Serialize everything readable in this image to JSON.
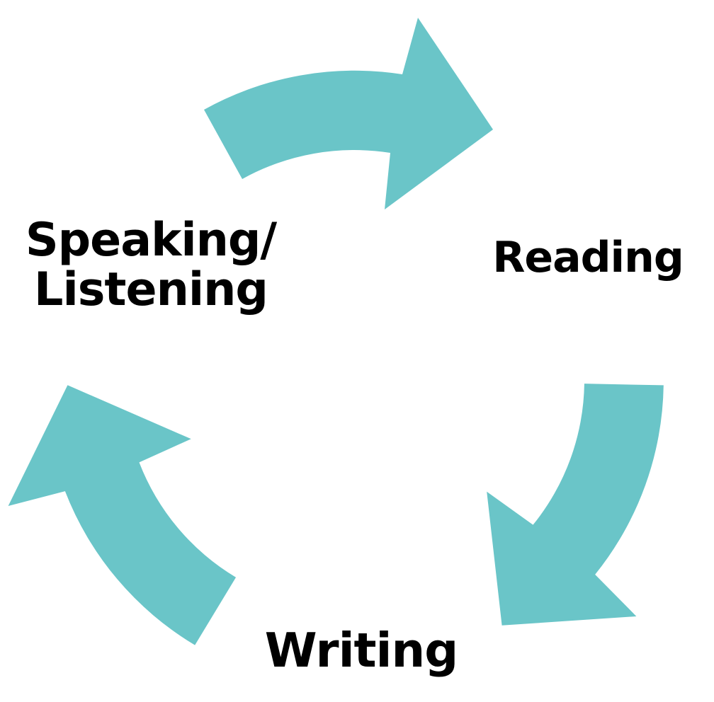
{
  "diagram": {
    "type": "cycle",
    "background_color": "#ffffff",
    "arrow_color": "#6AC5C8",
    "text_color": "#000000",
    "nodes": [
      {
        "id": "speaking-listening",
        "lines": [
          "Speaking/",
          "Listening"
        ],
        "label": "Speaking/Listening"
      },
      {
        "id": "reading",
        "label": "Reading"
      },
      {
        "id": "writing",
        "label": "Writing"
      }
    ],
    "arrows": [
      {
        "id": "arrow-speaking-to-reading",
        "from": "Speaking/Listening",
        "to": "Reading",
        "position": "top",
        "points": "right"
      },
      {
        "id": "arrow-reading-to-writing",
        "from": "Reading",
        "to": "Writing",
        "position": "right",
        "points": "down-left"
      },
      {
        "id": "arrow-writing-to-speaking",
        "from": "Writing",
        "to": "Speaking/Listening",
        "position": "left",
        "points": "up-left"
      }
    ]
  }
}
